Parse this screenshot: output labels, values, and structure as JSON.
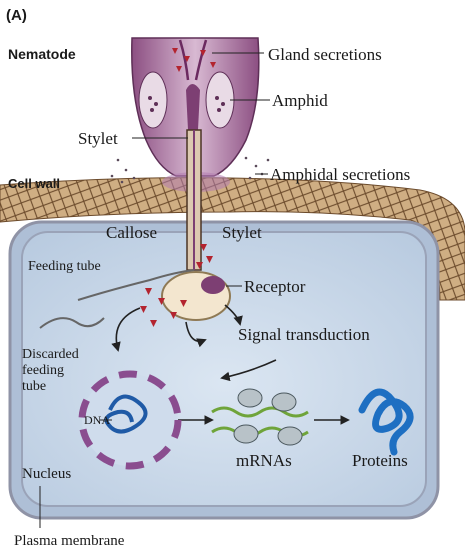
{
  "panel_label": "(A)",
  "labels": {
    "nematode": "Nematode",
    "gland_secretions": "Gland secretions",
    "amphid": "Amphid",
    "stylet_left": "Stylet",
    "amphidal_secretions": "Amphidal secretions",
    "cell_wall": "Cell wall",
    "callose": "Callose",
    "stylet_right": "Stylet",
    "feeding_tube": "Feeding tube",
    "receptor": "Receptor",
    "signal_transduction": "Signal transduction",
    "discarded_line1": "Discarded",
    "discarded_line2": "feeding",
    "discarded_line3": "tube",
    "dna": "DNA",
    "nucleus": "Nucleus",
    "mrnas": "mRNAs",
    "proteins": "Proteins",
    "plasma_membrane": "Plasma membrane"
  },
  "colors": {
    "nematode_body": "#b98ab0",
    "nematode_dark": "#7d3f73",
    "cell_wall": "#c9a77c",
    "cell_wall_lines": "#6b4a2b",
    "cytoplasm": "#c7d6e8",
    "membrane": "#8f93a6",
    "nucleus_dash": "#8a4d8f",
    "dna": "#1f5aa6",
    "protein": "#1e6fc2",
    "secretion": "#b3242f",
    "mrna_green": "#6fa43a"
  }
}
